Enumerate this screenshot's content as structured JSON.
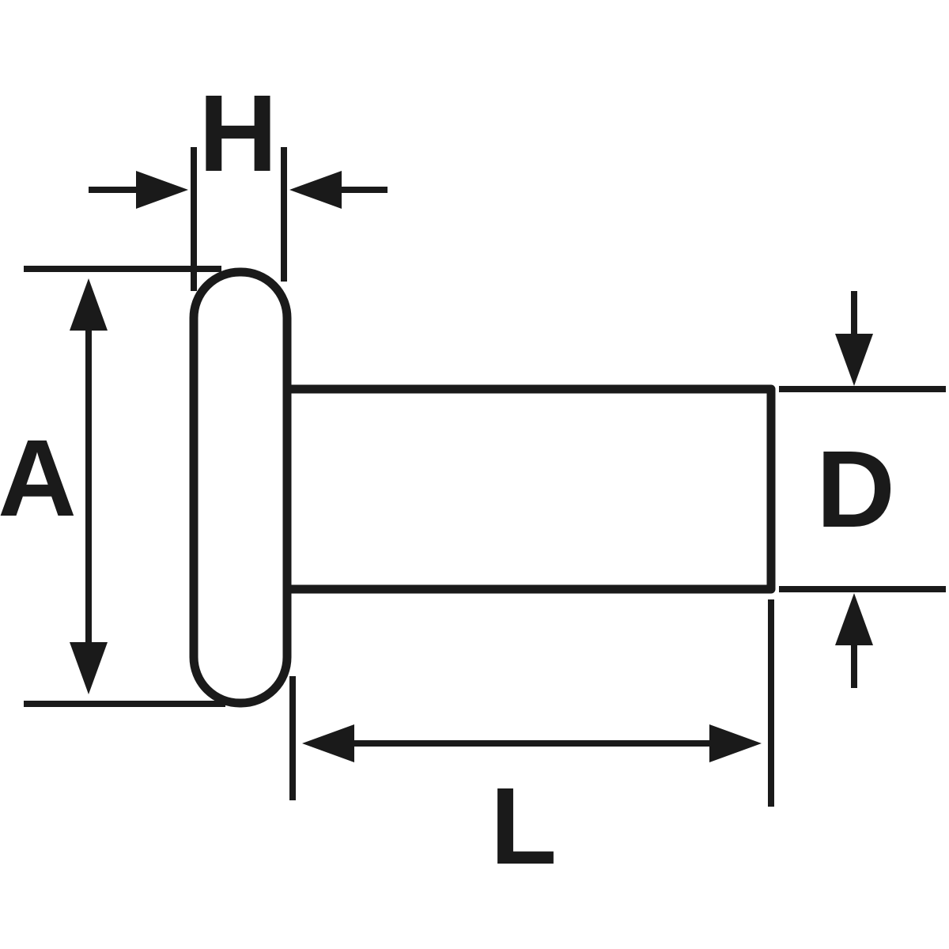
{
  "diagram": {
    "type": "technical-dimension-drawing",
    "part": "flat-head-rivet-side-view",
    "labels": {
      "h": "H",
      "a": "A",
      "d": "D",
      "l": "L"
    },
    "dimension_meanings": {
      "h": "head thickness (horizontal width of head)",
      "a": "head diameter (vertical height of head)",
      "d": "shank diameter (vertical height of shank)",
      "l": "shank length (horizontal length of shank)"
    },
    "colors": {
      "line": "#1a1a1a",
      "bg": "#ffffff"
    }
  }
}
